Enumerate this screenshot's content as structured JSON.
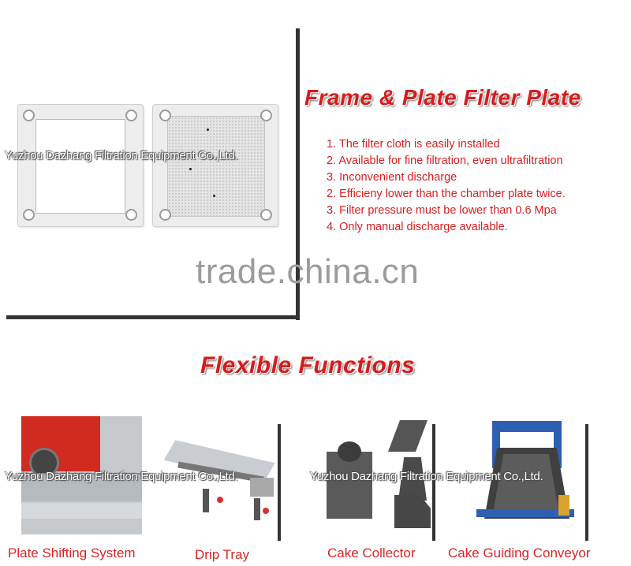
{
  "top_section": {
    "heading": "Frame & Plate Filter Plate",
    "watermark": "Yuzhou Dazhang Filtration Equipment Co.,Ltd.",
    "features": [
      "1. The filter cloth is easily installed",
      "2. Available for fine filtration, even ultrafiltration",
      "3. Inconvenient discharge",
      "2. Efficieny lower than the chamber plate twice.",
      "3. Filter pressure must be lower than 0.6 Mpa",
      "4. Only manual discharge available."
    ],
    "site_watermark": "trade.china.cn"
  },
  "functions_section": {
    "heading": "Flexible Functions",
    "watermark": "Yuzhou Dazhang Filtration Equipment Co.,Ltd.",
    "items": [
      {
        "caption": "Plate Shifting System"
      },
      {
        "caption": "Drip Tray"
      },
      {
        "caption": "Cake Collector"
      },
      {
        "caption": "Cake Guiding Conveyor"
      }
    ]
  },
  "colors": {
    "accent_red": "#d61c1c",
    "frame_dark": "#333333",
    "conveyor_blue": "#2f5fb4"
  }
}
